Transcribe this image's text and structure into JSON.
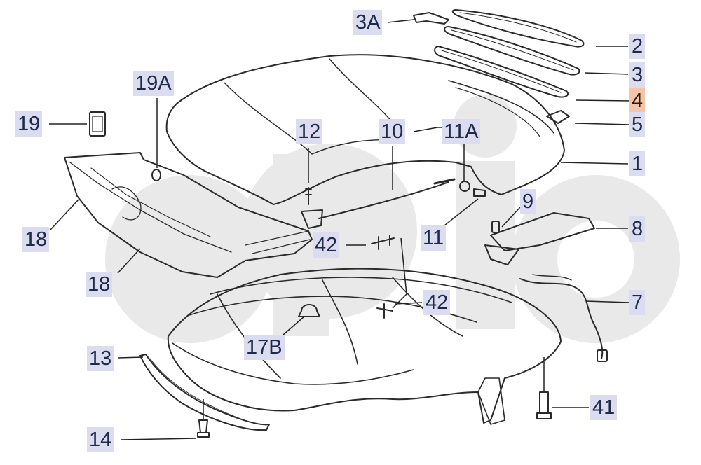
{
  "colors": {
    "label_bg": "#dcdcf0",
    "label_highlight_bg": "#f6c4a8",
    "label_text": "#1e2a4a",
    "leader_line": "#222222",
    "part_outline": "#2a2a2a",
    "watermark": "#e6e6e6"
  },
  "callouts": [
    {
      "id": "3A",
      "text": "3A"
    },
    {
      "id": "2",
      "text": "2"
    },
    {
      "id": "3",
      "text": "3"
    },
    {
      "id": "4",
      "text": "4",
      "highlighted": true
    },
    {
      "id": "5",
      "text": "5"
    },
    {
      "id": "1",
      "text": "1"
    },
    {
      "id": "19A",
      "text": "19A"
    },
    {
      "id": "19",
      "text": "19"
    },
    {
      "id": "12",
      "text": "12"
    },
    {
      "id": "10",
      "text": "10"
    },
    {
      "id": "11A",
      "text": "11A"
    },
    {
      "id": "9",
      "text": "9"
    },
    {
      "id": "8",
      "text": "8"
    },
    {
      "id": "11",
      "text": "11"
    },
    {
      "id": "42a",
      "text": "42"
    },
    {
      "id": "18a",
      "text": "18"
    },
    {
      "id": "18b",
      "text": "18"
    },
    {
      "id": "42b",
      "text": "42"
    },
    {
      "id": "7",
      "text": "7"
    },
    {
      "id": "17B",
      "text": "17B"
    },
    {
      "id": "13",
      "text": "13"
    },
    {
      "id": "41",
      "text": "41"
    },
    {
      "id": "14",
      "text": "14"
    }
  ]
}
